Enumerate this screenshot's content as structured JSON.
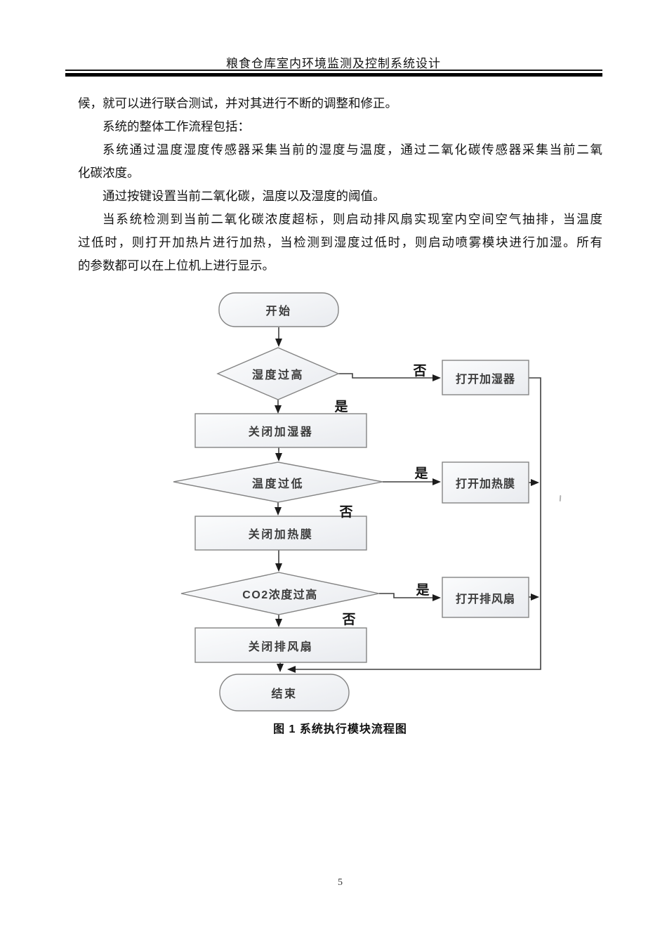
{
  "header": {
    "title": "粮食仓库室内环境监测及控制系统设计"
  },
  "body": {
    "lines": [
      {
        "text": "候，就可以进行联合测试，并对其进行不断的调整和修正。"
      },
      {
        "text": "系统的整体工作流程包括："
      },
      {
        "text": "系统通过温度湿度传感器采集当前的湿度与温度，通过二氧化碳传感器采集当前二氧"
      },
      {
        "text": "化碳浓度。"
      },
      {
        "text": "通过按键设置当前二氧化碳，温度以及湿度的阈值。"
      },
      {
        "text": "当系统检测到当前二氧化碳浓度超标，则启动排风扇实现室内空间空气抽排，当温度"
      },
      {
        "text": "过低时，则打开加热片进行加热，当检测到湿度过低时，则启动喷雾模块进行加湿。所有"
      },
      {
        "text": "的参数都可以在上位机上进行显示。"
      }
    ]
  },
  "figure": {
    "caption": "图 1  系统执行模块流程图",
    "nodes": {
      "start": "开始",
      "humidity_check": "湿度过高",
      "open_humidifier": "打开加湿器",
      "close_humidifier": "关闭加湿器",
      "temp_check": "温度过低",
      "open_heater": "打开加热膜",
      "close_heater": "关闭加热膜",
      "co2_check": "CO2浓度过高",
      "open_fan": "打开排风扇",
      "close_fan": "关闭排风扇",
      "end": "结束"
    },
    "decision_labels": {
      "humidity_no": "否",
      "humidity_yes": "是",
      "temp_yes": "是",
      "temp_no": "否",
      "co2_yes": "是",
      "co2_no": "否"
    }
  },
  "footer": {
    "page_number": "5"
  },
  "colors": {
    "node_stroke": "#848484",
    "connector": "#3f3f3f",
    "node_fill_light": "#fbfcfd",
    "node_fill_dark": "#e9ebef",
    "header_rule": "#000000"
  }
}
